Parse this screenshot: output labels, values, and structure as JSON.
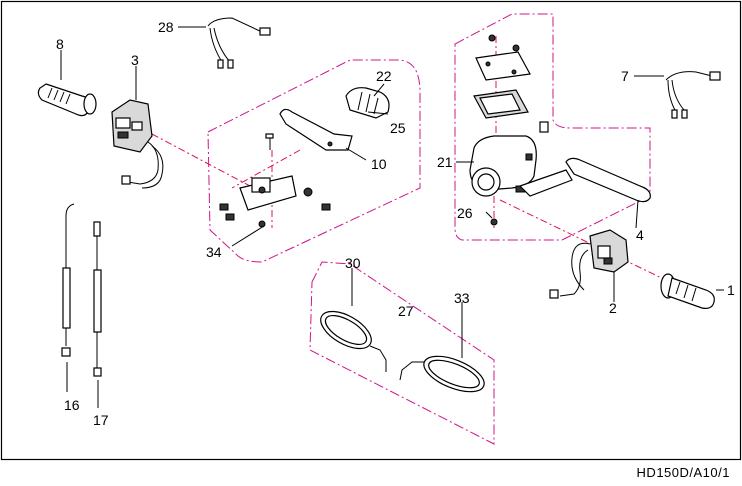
{
  "diagram": {
    "drawing_code": "HD150D/A10/1",
    "callouts": {
      "c1": "1",
      "c2": "2",
      "c3": "3",
      "c4": "4",
      "c7": "7",
      "c8": "8",
      "c10": "10",
      "c16": "16",
      "c17": "17",
      "c21": "21",
      "c22": "22",
      "c25": "25",
      "c26": "26",
      "c27": "27",
      "c28": "28",
      "c30": "30",
      "c33": "33",
      "c34": "34"
    },
    "colors": {
      "frame": "#000000",
      "group_outline": "#d0148c",
      "axis_line": "#e01050"
    }
  }
}
